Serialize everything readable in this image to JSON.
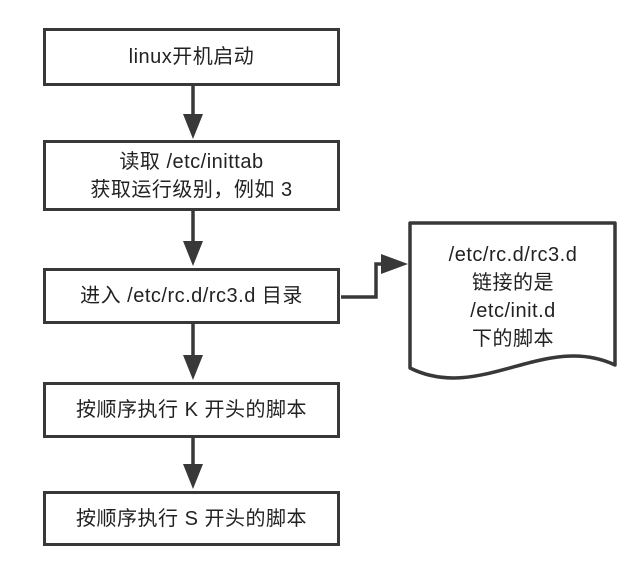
{
  "flow": {
    "box_linux_boot": {
      "label": "linux开机启动"
    },
    "box_read_inittab": {
      "line1": "读取 /etc/inittab",
      "line2": "获取运行级别，例如 3"
    },
    "box_enter_rc3d": {
      "label": "进入 /etc/rc.d/rc3.d 目录"
    },
    "box_run_k": {
      "label": "按顺序执行 K 开头的脚本"
    },
    "box_run_s": {
      "label": "按顺序执行 S 开头的脚本"
    },
    "document_note": {
      "line1": "/etc/rc.d/rc3.d",
      "line2": "链接的是",
      "line3": "/etc/init.d",
      "line4": "下的脚本"
    },
    "colors": {
      "stroke": "#383838",
      "text": "#222222",
      "background": "#ffffff"
    }
  }
}
